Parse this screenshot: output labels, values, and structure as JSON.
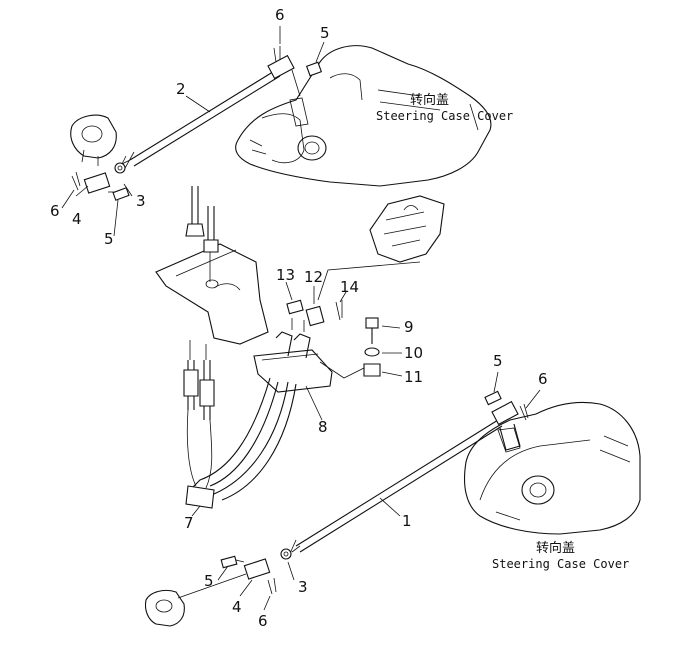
{
  "labels": {
    "p1": "1",
    "p2": "2",
    "p3_top": "3",
    "p3_bottom": "3",
    "p4_top": "4",
    "p4_bottom": "4",
    "p5_top_right": "5",
    "p5_top_left": "5",
    "p5_right": "5",
    "p5_bottom": "5",
    "p6_top": "6",
    "p6_top_left": "6",
    "p6_right": "6",
    "p6_bottom": "6",
    "p7": "7",
    "p8": "8",
    "p9": "9",
    "p10": "10",
    "p11": "11",
    "p12": "12",
    "p13": "13",
    "p14": "14"
  },
  "captions": {
    "top_cn": "转向盖",
    "top_en": "Steering Case Cover",
    "bottom_cn": "转向盖",
    "bottom_en": "Steering Case Cover"
  }
}
